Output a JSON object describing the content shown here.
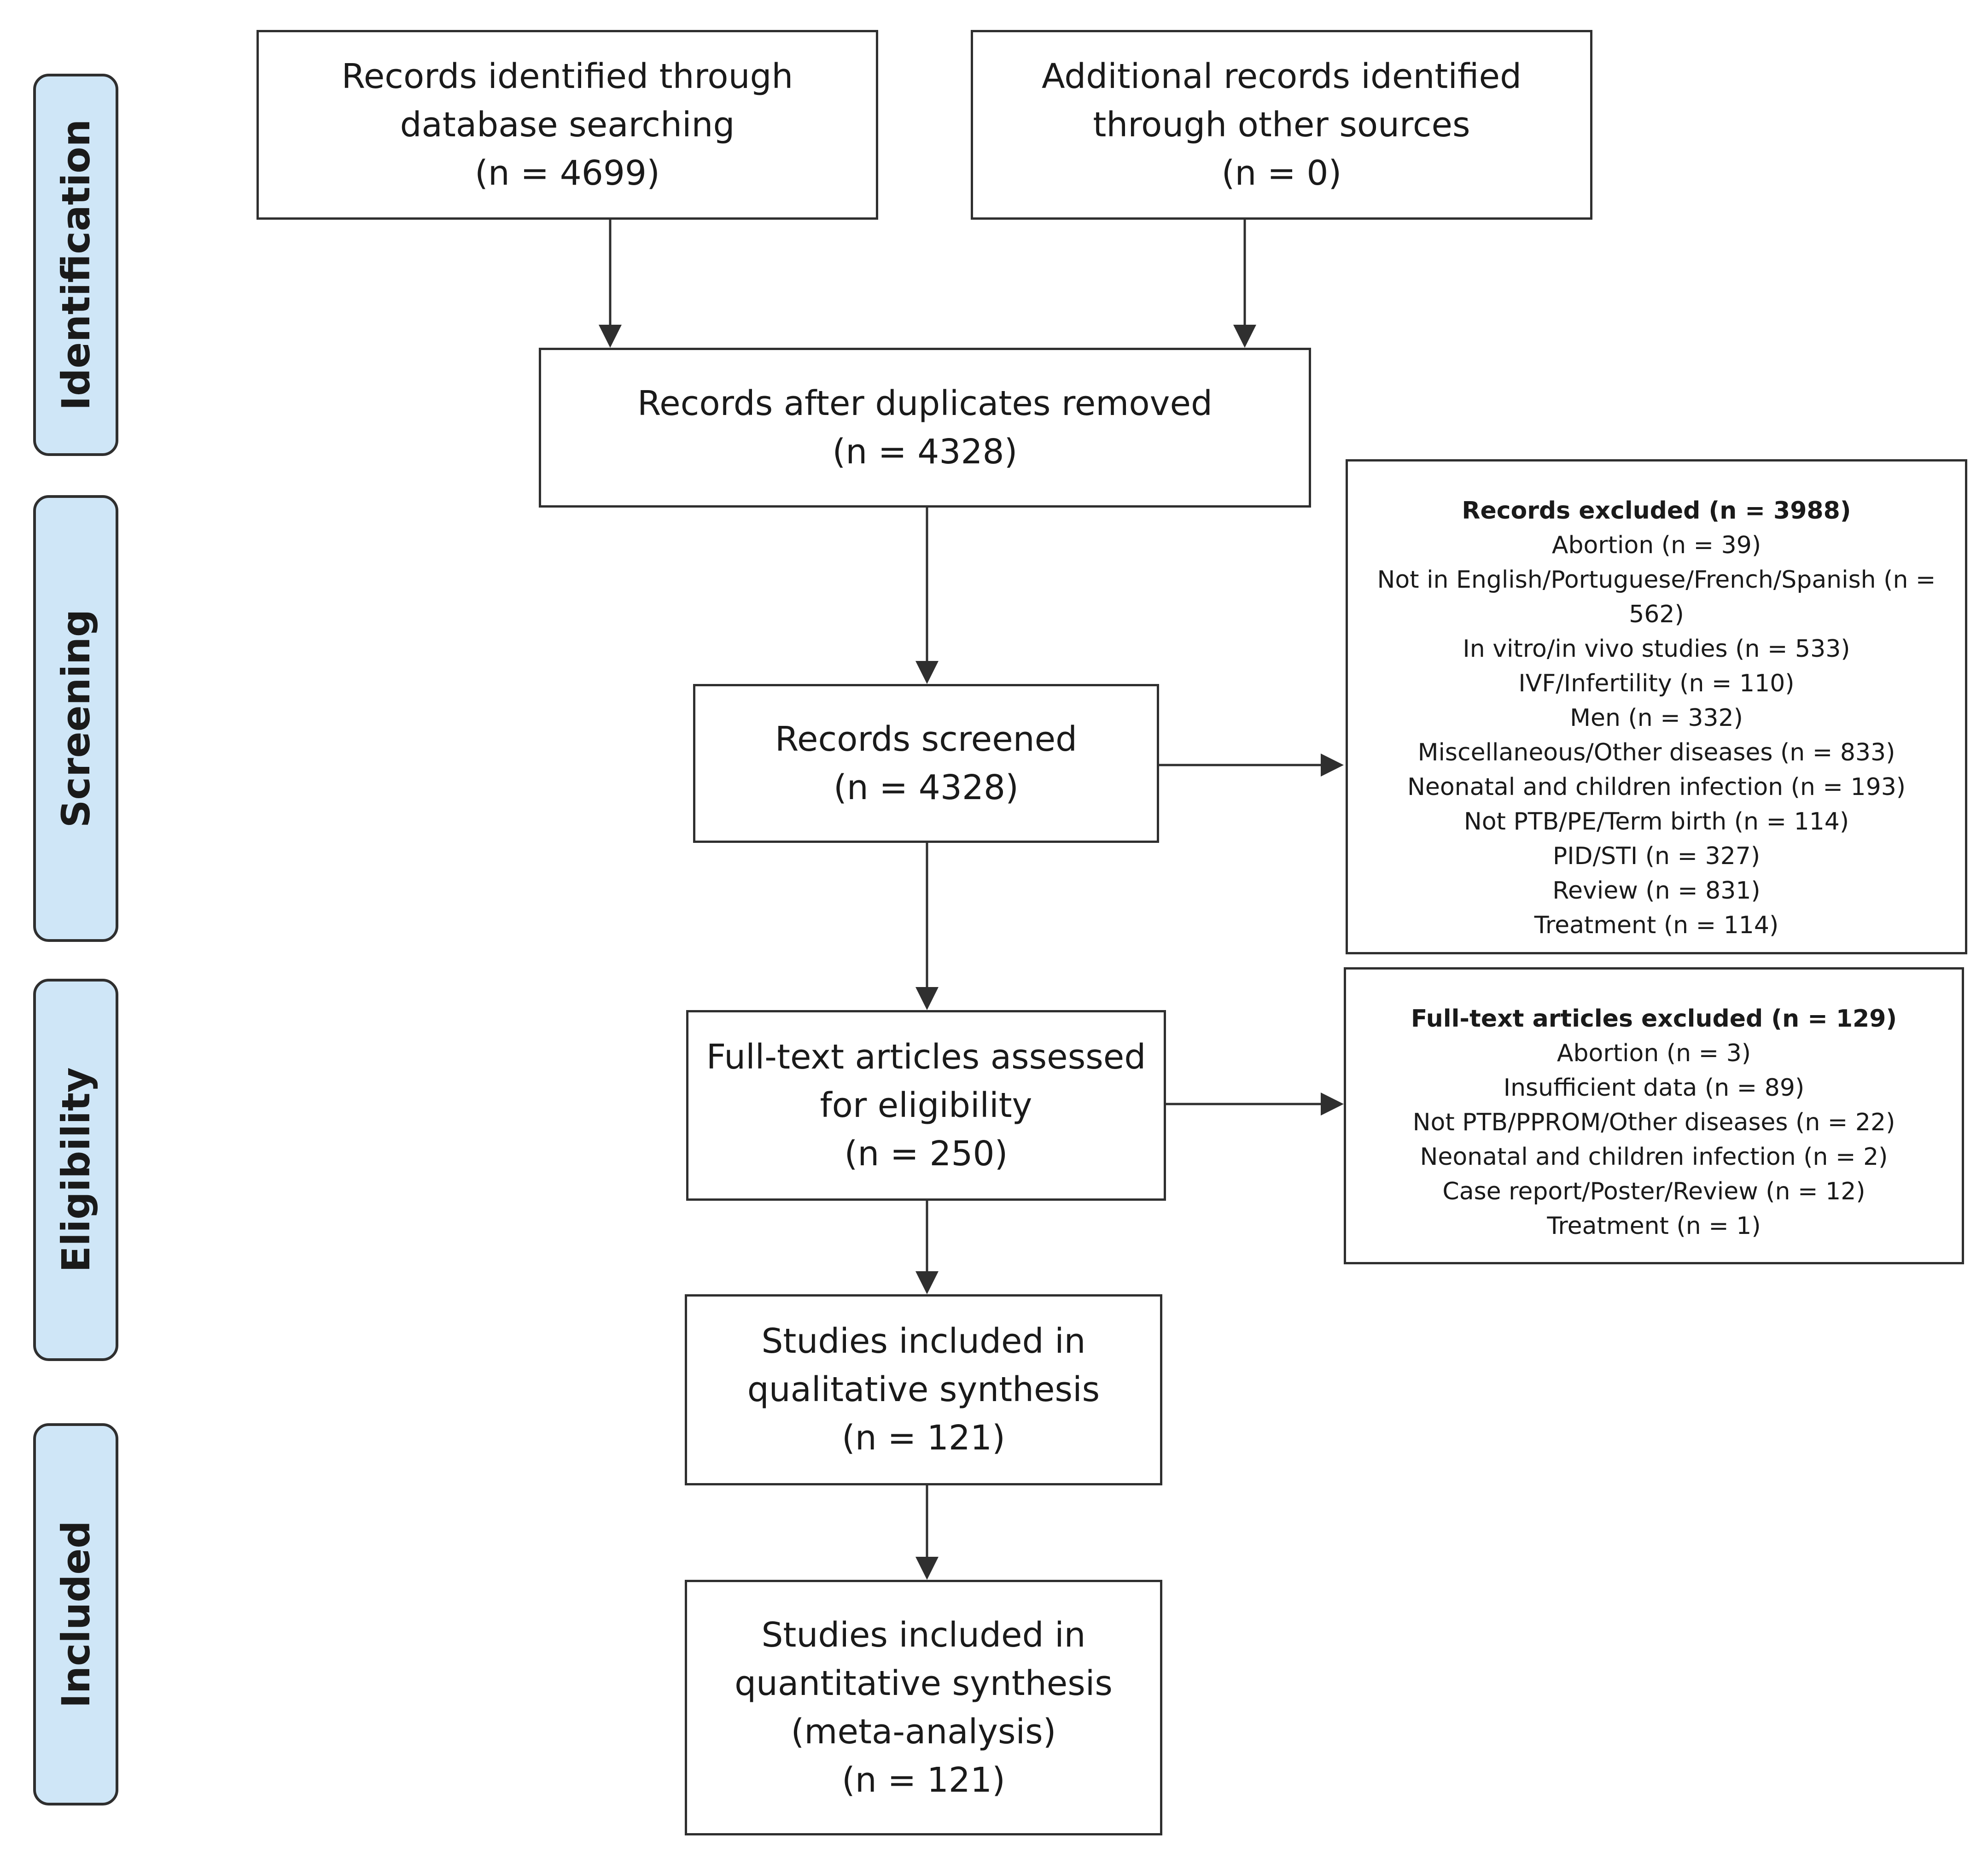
{
  "stages": {
    "identification": "Identification",
    "screening": "Screening",
    "eligibility": "Eligibility",
    "included": "Included"
  },
  "boxes": {
    "database": {
      "lines": [
        "Records identified through",
        "database searching",
        "(n = 4699)"
      ]
    },
    "other_sources": {
      "lines": [
        "Additional records identified",
        "through other sources",
        "(n = 0)"
      ]
    },
    "duplicates_removed": {
      "lines": [
        "Records after duplicates removed",
        "(n = 4328)"
      ]
    },
    "screened": {
      "lines": [
        "Records screened",
        "(n = 4328)"
      ]
    },
    "full_text": {
      "lines": [
        "Full-text articles assessed",
        "for eligibility",
        "(n = 250)"
      ]
    },
    "qualitative": {
      "lines": [
        "Studies included in",
        "qualitative synthesis",
        "(n = 121)"
      ]
    },
    "quantitative": {
      "lines": [
        "Studies included in",
        "quantitative synthesis",
        "(meta-analysis)",
        "(n = 121)"
      ]
    }
  },
  "records_excluded": {
    "title": "Records excluded (n = 3988)",
    "items": [
      "Abortion (n = 39)",
      "Not in English/Portuguese/French/Spanish (n =",
      "562)",
      "In vitro/in vivo studies (n = 533)",
      "IVF/Infertility (n = 110)",
      "Men (n = 332)",
      "Miscellaneous/Other diseases (n = 833)",
      "Neonatal and children infection (n = 193)",
      "Not PTB/PE/Term birth (n = 114)",
      "PID/STI (n = 327)",
      "Review (n = 831)",
      "Treatment (n = 114)"
    ]
  },
  "fulltext_excluded": {
    "title": "Full-text articles excluded (n = 129)",
    "items": [
      "Abortion (n = 3)",
      "Insufficient data (n = 89)",
      "Not PTB/PPROM/Other diseases (n = 22)",
      "Neonatal and children infection (n = 2)",
      "Case report/Poster/Review (n = 12)",
      "Treatment (n = 1)"
    ]
  }
}
